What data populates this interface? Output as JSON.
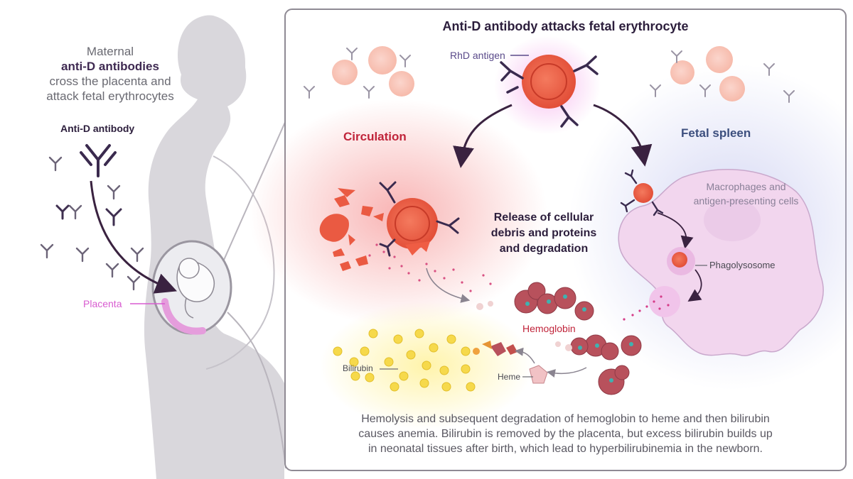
{
  "maternal": {
    "line1": "Maternal",
    "bold": "anti-D antibodies",
    "line3": "cross the placenta and",
    "line4": "attack fetal erythrocytes"
  },
  "antid_label": "Anti-D antibody",
  "placenta_label": "Placenta",
  "panel": {
    "title": "Anti-D antibody attacks fetal erythrocyte",
    "rhd_label": "RhD antigen",
    "circulation_label": "Circulation",
    "spleen_label": "Fetal spleen",
    "release_line1": "Release of cellular",
    "release_line2": "debris and proteins",
    "release_line3": "and degradation",
    "macro_line1": "Macrophages and",
    "macro_line2": "antigen-presenting cells",
    "phago_label": "Phagolysosome",
    "hemoglobin_label": "Hemoglobin",
    "bilirubin_label": "Bilirubin",
    "heme_label": "Heme",
    "caption_line1": "Hemolysis and subsequent degradation of hemoglobin to heme and then bilirubin",
    "caption_line2": "causes anemia. Bilirubin is removed by the placenta, but excess bilirubin builds up",
    "caption_line3": "in neonatal tissues after birth, which lead to hyperbilirubinemia in the newborn."
  },
  "colors": {
    "title": "#2c1e3c",
    "circulation": "#c0243a",
    "spleen": "#3d4f7e",
    "placenta": "#d85bd0",
    "rhd": "#5a4a8a",
    "hemoglobin": "#c0243a",
    "cell": "#ef5d44",
    "antibody": "#3a2a4e",
    "bilirubin": "#f4d83a"
  }
}
